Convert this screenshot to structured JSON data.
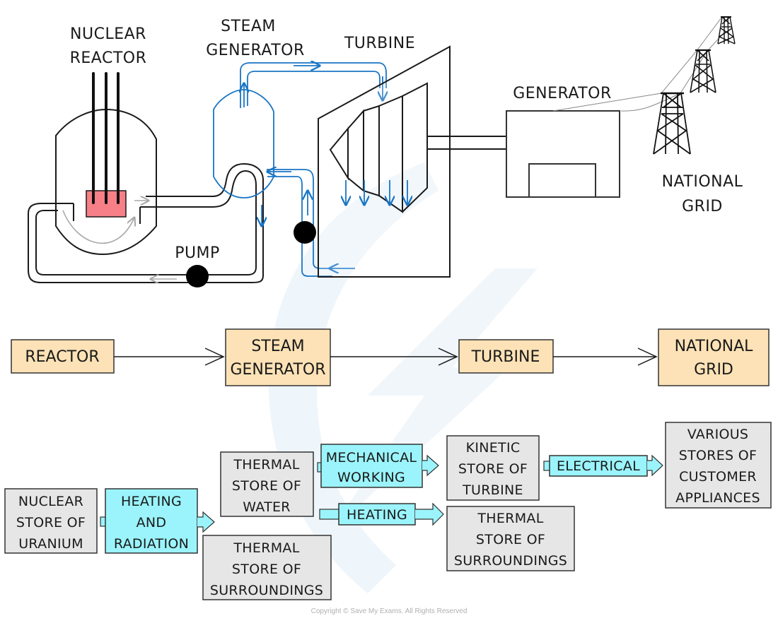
{
  "colors": {
    "stroke": "#1a1a1a",
    "water_blue": "#1a75c4",
    "fuel_pink": "#f77f87",
    "flow_box": "#fce2b6",
    "store_box": "#e6e6e6",
    "transfer_box": "#9bf4fb",
    "gray_arrow": "#a8a8a8",
    "watermark": "#eef5fb"
  },
  "diagram": {
    "labels": {
      "nuclear_reactor": [
        "NUCLEAR",
        "REACTOR"
      ],
      "steam_generator": [
        "STEAM",
        "GENERATOR"
      ],
      "turbine": "TURBINE",
      "generator": "GENERATOR",
      "national_grid": [
        "NATIONAL",
        "GRID"
      ],
      "pump": "PUMP"
    }
  },
  "flow_chart": {
    "steps": [
      {
        "lines": [
          "REACTOR"
        ]
      },
      {
        "lines": [
          "STEAM",
          "GENERATOR"
        ]
      },
      {
        "lines": [
          "TURBINE"
        ]
      },
      {
        "lines": [
          "NATIONAL",
          "GRID"
        ]
      }
    ]
  },
  "energy_transfer": {
    "stores": {
      "nuclear_uranium": [
        "NUCLEAR",
        "STORE OF",
        "URANIUM"
      ],
      "thermal_water": [
        "THERMAL",
        "STORE OF",
        "WATER"
      ],
      "thermal_surroundings_1": [
        "THERMAL",
        "STORE OF",
        "SURROUNDINGS"
      ],
      "kinetic_turbine": [
        "KINETIC",
        "STORE OF",
        "TURBINE"
      ],
      "thermal_surroundings_2": [
        "THERMAL",
        "STORE OF",
        "SURROUNDINGS"
      ],
      "customer_appliances": [
        "VARIOUS",
        "STORES OF",
        "CUSTOMER",
        "APPLIANCES"
      ]
    },
    "transfers": {
      "heating_radiation": [
        "HEATING",
        "AND",
        "RADIATION"
      ],
      "mechanical_working": [
        "MECHANICAL",
        "WORKING"
      ],
      "heating": [
        "HEATING"
      ],
      "electrical": [
        "ELECTRICAL"
      ]
    }
  },
  "footer": {
    "copyright": "Copyright © Save My Exams. All Rights Reserved"
  }
}
